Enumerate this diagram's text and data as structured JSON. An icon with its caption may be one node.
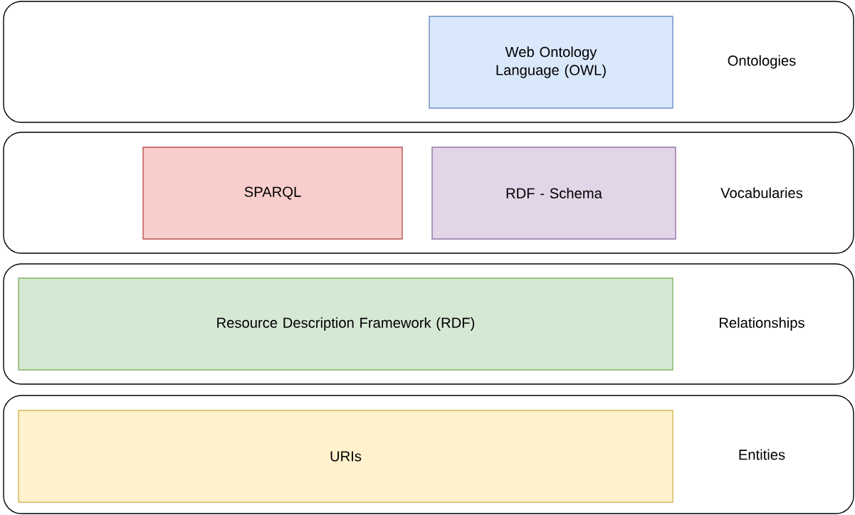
{
  "diagram": {
    "nodes": [
      {
        "text": [
          "Ontologies"
        ]
      },
      {
        "text": [
          "Web Ontology Language (OWL)"
        ],
        "in": 0
      },
      {
        "text": [
          "Vocabularies"
        ]
      },
      {
        "text": [
          "SPARQL"
        ],
        "in": 2
      },
      {
        "text": [
          "RDF - Schema"
        ],
        "in": 2
      },
      {
        "text": [
          "Relationships"
        ]
      },
      {
        "text": [
          "Resource Description Framework (RDF)"
        ],
        "in": 5
      },
      {
        "text": [
          "Entities"
        ]
      },
      {
        "text": [
          "URIs"
        ],
        "in": 7
      }
    ]
  }
}
